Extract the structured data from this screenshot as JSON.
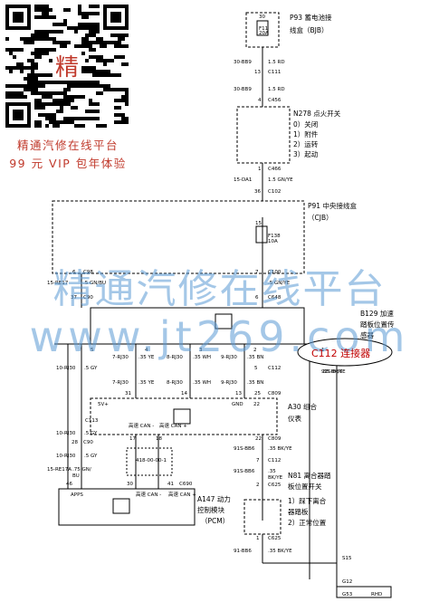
{
  "promo": {
    "line1": "精通汽修在线平台",
    "line2": "99 元 VIP 包年体验",
    "qr_center_char": "精",
    "text_color": "#c0392b"
  },
  "watermark": {
    "line1": "精通汽修在线平台",
    "line2": "www.jt269.com",
    "color": "#5b9bd5"
  },
  "callout": {
    "text": "C112 连接器"
  },
  "labels": [
    {
      "id": "p93-title",
      "t": "P93 蓄电池接"
    },
    {
      "id": "p93-title2",
      "t": "线盒（BJB）"
    },
    {
      "id": "fuse1-pin",
      "t": "30"
    },
    {
      "id": "fuse1-name",
      "t": "F11"
    },
    {
      "id": "fuse1-rating",
      "t": "20A"
    },
    {
      "id": "w1-code",
      "t": "30-BB9"
    },
    {
      "id": "w1-size",
      "t": "1.5 RD"
    },
    {
      "id": "c111-pin",
      "t": "13"
    },
    {
      "id": "c111",
      "t": "C111"
    },
    {
      "id": "w2-code",
      "t": "30-BB9"
    },
    {
      "id": "w2-size",
      "t": "1.5 RD"
    },
    {
      "id": "c456-pin",
      "t": "4"
    },
    {
      "id": "c456",
      "t": "C456"
    },
    {
      "id": "n278-title",
      "t": "N278 点火开关"
    },
    {
      "id": "n278-0",
      "t": "0）关闭"
    },
    {
      "id": "n278-1",
      "t": "1）附件"
    },
    {
      "id": "n278-2",
      "t": "2）运转"
    },
    {
      "id": "n278-3",
      "t": "3）起动"
    },
    {
      "id": "c466-pin",
      "t": "1"
    },
    {
      "id": "c466",
      "t": "C466"
    },
    {
      "id": "w3-code",
      "t": "15-DA1"
    },
    {
      "id": "w3-size",
      "t": "1.5 GN/YE"
    },
    {
      "id": "c102-pin",
      "t": "36"
    },
    {
      "id": "c102",
      "t": "C102"
    },
    {
      "id": "p91-title",
      "t": "P91 中央接线盒"
    },
    {
      "id": "p91-title2",
      "t": "（CJB）"
    },
    {
      "id": "f138-pin",
      "t": "15"
    },
    {
      "id": "f138-name",
      "t": "F138"
    },
    {
      "id": "f138-rating",
      "t": "10A"
    },
    {
      "id": "c98-pin",
      "t": "6"
    },
    {
      "id": "c98",
      "t": "C98"
    },
    {
      "id": "c100-pin",
      "t": "7"
    },
    {
      "id": "c100",
      "t": "C100"
    },
    {
      "id": "w4-code",
      "t": "15-RE17"
    },
    {
      "id": "w4-size",
      "t": ".5 GN/BU"
    },
    {
      "id": "w5-size",
      "t": ".5 GN/YE"
    },
    {
      "id": "c90a-pin",
      "t": "37"
    },
    {
      "id": "c90a",
      "t": "C90"
    },
    {
      "id": "c648-pin",
      "t": "6"
    },
    {
      "id": "c648",
      "t": "C648"
    },
    {
      "id": "b129-title",
      "t": "B129 加速"
    },
    {
      "id": "b129-title2",
      "t": "踏板位置传"
    },
    {
      "id": "b129-title3",
      "t": "感器"
    },
    {
      "id": "pin5",
      "t": "5"
    },
    {
      "id": "pin4",
      "t": "4"
    },
    {
      "id": "pin3",
      "t": "3"
    },
    {
      "id": "pin2",
      "t": "2"
    },
    {
      "id": "pin1",
      "t": "1"
    },
    {
      "id": "s-10rj30",
      "t": "10-RJ30"
    },
    {
      "id": "s-5gy",
      "t": ".5 GY"
    },
    {
      "id": "s-7rj30",
      "t": "7-RJ30"
    },
    {
      "id": "s-35ye",
      "t": ".35 YE"
    },
    {
      "id": "s-8rj30",
      "t": "8-RJ30"
    },
    {
      "id": "s-35wh",
      "t": ".35 WH"
    },
    {
      "id": "s-9rj30",
      "t": "9-RJ30"
    },
    {
      "id": "s-35bn",
      "t": ".35 BN"
    },
    {
      "id": "c112-pin",
      "t": "5"
    },
    {
      "id": "c112",
      "t": "C112"
    },
    {
      "id": "w6-code",
      "t": "91S-BB6"
    },
    {
      "id": "w6-size",
      "t": ".35 BK/YE"
    },
    {
      "id": "b-7rj30",
      "t": "7-RJ30"
    },
    {
      "id": "b-35ye",
      "t": ".35 YE"
    },
    {
      "id": "b-8rj30",
      "t": "8-RJ30"
    },
    {
      "id": "b-35wh",
      "t": ".35 WH"
    },
    {
      "id": "b-9rj30",
      "t": "9-RJ30"
    },
    {
      "id": "b-35bn",
      "t": ".35 BN"
    },
    {
      "id": "c809-pin",
      "t": "25"
    },
    {
      "id": "c809",
      "t": "C809"
    },
    {
      "id": "pin31",
      "t": "31"
    },
    {
      "id": "pin14",
      "t": "14"
    },
    {
      "id": "pin13",
      "t": "13"
    },
    {
      "id": "pin22",
      "t": "22"
    },
    {
      "id": "a30-5v",
      "t": "5V+"
    },
    {
      "id": "a30-gnd",
      "t": "GND"
    },
    {
      "id": "a30-title",
      "t": "A30 组合"
    },
    {
      "id": "a30-title2",
      "t": "仪表"
    },
    {
      "id": "a30-can1",
      "t": "高速 CAN -"
    },
    {
      "id": "a30-can2",
      "t": "高速 CAN +"
    },
    {
      "id": "c113",
      "t": "C113"
    },
    {
      "id": "w7-code",
      "t": "10-RJ30"
    },
    {
      "id": "w7-size",
      "t": ".5 GY"
    },
    {
      "id": "c90b-pin",
      "t": "28"
    },
    {
      "id": "c90b",
      "t": "C90"
    },
    {
      "id": "w8-code",
      "t": "10-RJ30"
    },
    {
      "id": "w8-size",
      "t": ".5 GY"
    },
    {
      "id": "pin17",
      "t": "17"
    },
    {
      "id": "pin18",
      "t": "18"
    },
    {
      "id": "bus-code",
      "t": "418-00-00-1"
    },
    {
      "id": "c809b-pin",
      "t": "22"
    },
    {
      "id": "c809b",
      "t": "C809"
    },
    {
      "id": "w9-code",
      "t": "91S-BB6"
    },
    {
      "id": "w9-size",
      "t": ".35 BK/YE"
    },
    {
      "id": "c112b-pin",
      "t": "7"
    },
    {
      "id": "c112b",
      "t": "C112"
    },
    {
      "id": "w10-code",
      "t": "91S-BB6"
    },
    {
      "id": "w10-size",
      "t": ".35"
    },
    {
      "id": "w10-size2",
      "t": "BK/YE"
    },
    {
      "id": "c625-pin",
      "t": "2"
    },
    {
      "id": "c625",
      "t": "C625"
    },
    {
      "id": "n81-title",
      "t": "N81 离合器踏"
    },
    {
      "id": "n81-title2",
      "t": "板位置开关"
    },
    {
      "id": "n81-1",
      "t": "1）踩下离合"
    },
    {
      "id": "n81-1b",
      "t": "器踏板"
    },
    {
      "id": "n81-2",
      "t": "2）正常位置"
    },
    {
      "id": "w11-code",
      "t": "15-RE17A"
    },
    {
      "id": "w11-size",
      "t": ".75 GN/"
    },
    {
      "id": "w11-size2",
      "t": "BU"
    },
    {
      "id": "pin46",
      "t": "46"
    },
    {
      "id": "pin30",
      "t": "30"
    },
    {
      "id": "pin41",
      "t": "41"
    },
    {
      "id": "c690",
      "t": "C690"
    },
    {
      "id": "a147-appb",
      "t": "APPS"
    },
    {
      "id": "a147-can1",
      "t": "高速 CAN -"
    },
    {
      "id": "a147-can2",
      "t": "高速 CAN +"
    },
    {
      "id": "a147-title",
      "t": "A147 动力"
    },
    {
      "id": "a147-title2",
      "t": "控制模块"
    },
    {
      "id": "a147-title3",
      "t": "（PCM）"
    },
    {
      "id": "c625b-pin",
      "t": "1"
    },
    {
      "id": "c625b",
      "t": "C625"
    },
    {
      "id": "w12-code",
      "t": "91-BB6"
    },
    {
      "id": "w12-size",
      "t": ".35 BK/YE"
    },
    {
      "id": "s15",
      "t": "S15"
    },
    {
      "id": "g12",
      "t": "G12"
    },
    {
      "id": "g53",
      "t": "G53"
    },
    {
      "id": "rhd",
      "t": "RHD"
    }
  ]
}
